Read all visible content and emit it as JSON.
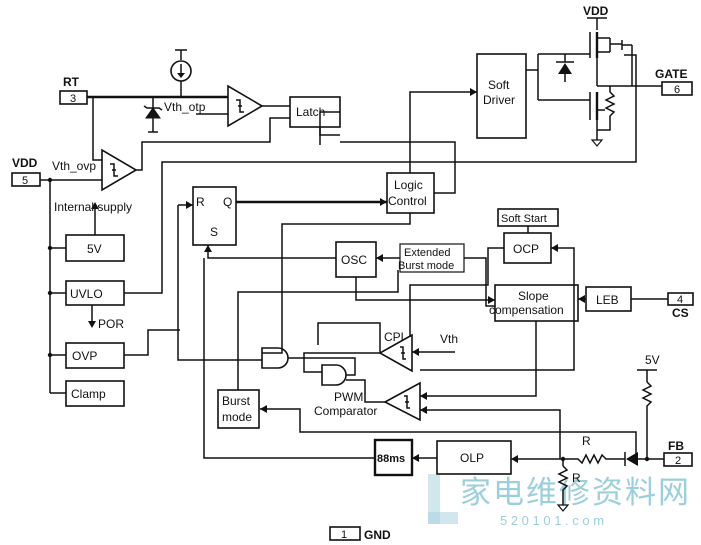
{
  "pins": {
    "rt": {
      "label": "RT",
      "number": "3"
    },
    "vdd": {
      "label": "VDD",
      "number": "5"
    },
    "gate": {
      "label": "GATE",
      "number": "6"
    },
    "cs": {
      "label": "CS",
      "number": "4"
    },
    "fb": {
      "label": "FB",
      "number": "2"
    },
    "gnd": {
      "label": "GND",
      "number": "1"
    }
  },
  "blocks": {
    "latch": "Latch",
    "soft_driver_1": "Soft",
    "soft_driver_2": "Driver",
    "logic_control_1": "Logic",
    "logic_control_2": "Control",
    "rs_r": "R",
    "rs_q": "Q",
    "rs_s": "S",
    "soft_start": "Soft Start",
    "ocp": "OCP",
    "osc": "OSC",
    "extended_burst_1": "Extended",
    "extended_burst_2": "Burst mode",
    "slope_comp_1": "Slope",
    "slope_comp_2": "compensation",
    "leb": "LEB",
    "v5": "5V",
    "uvlo": "UVLO",
    "ovp": "OVP",
    "clamp": "Clamp",
    "burst_mode_1": "Burst",
    "burst_mode_2": "mode",
    "olp": "OLP",
    "t88ms": "88ms"
  },
  "labels": {
    "vdd_top": "VDD",
    "vth_otp": "Vth_otp",
    "vth_ovp": "Vth_ovp",
    "internal_supply": "Internal supply",
    "por": "POR",
    "cpl": "CPL",
    "vth": "Vth",
    "pwm_1": "PWM",
    "pwm_2": "Comparator",
    "v5_fb": "5V",
    "r_top": "R",
    "r_bottom": "R"
  },
  "watermark": {
    "text": "家电维修资料网",
    "url": "5 2 0 1 0 1 . c o m"
  }
}
